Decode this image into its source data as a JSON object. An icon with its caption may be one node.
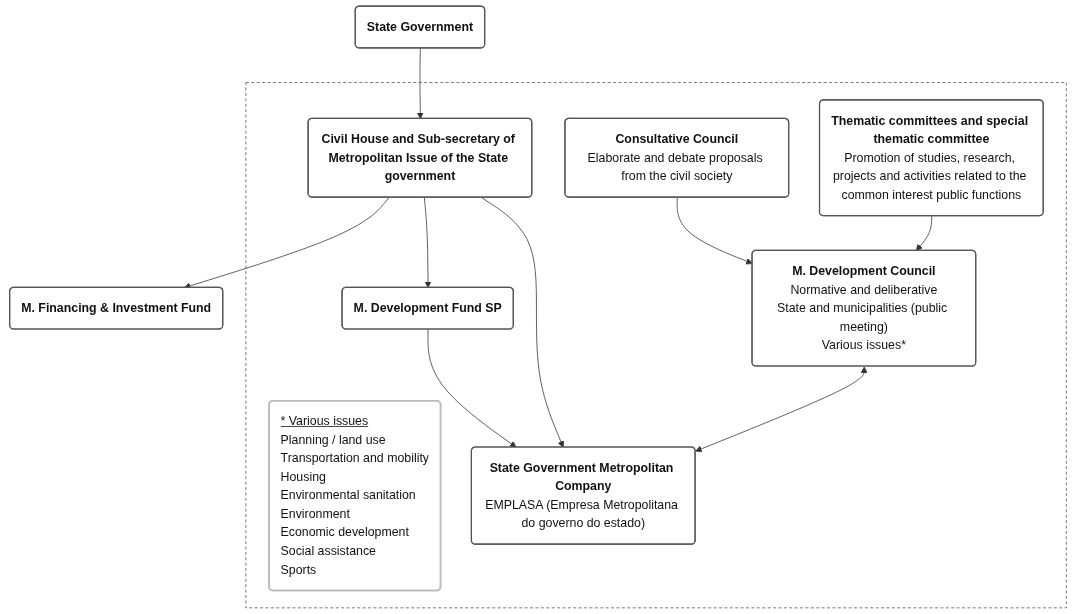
{
  "diagram": {
    "nodes": [
      {
        "text": [
          "State Government"
        ]
      },
      {
        "text": [],
        "shape": "box"
      },
      {
        "text": [
          "* Various issues",
          "Planning / land use",
          "Transportation and mobility",
          "Housing",
          "Environmental sanitation",
          "Environment",
          "Economic development",
          "Social assistance",
          "Sports"
        ],
        "in": 1
      },
      {
        "text": [
          "Civil House and Sub-secretary of Metropolitan Issue of the State government"
        ],
        "in": 1
      },
      {
        "text": [
          "M. Financing & Investment Fund"
        ]
      },
      {
        "text": [
          "M. Development Fund SP"
        ],
        "in": 1
      },
      {
        "text": [
          "State Government Metropolitan Company",
          "EMPLASA (Empresa Metropolitana do governo do estado)"
        ],
        "in": 1
      },
      {
        "text": [
          "M. Development Council",
          "Normative and deliberative",
          "State and municipalities (public meeting)",
          "Various issues*"
        ],
        "in": 1
      },
      {
        "text": [
          "Consultative Council",
          "Elaborate and debate proposals from the civil society"
        ],
        "in": 1
      },
      {
        "text": [
          "Thematic committees and special thematic committee",
          "Promotion of studies, research, projects and activities related to the common interest public functions"
        ],
        "in": 1
      }
    ],
    "edges": [
      {
        "from": 0,
        "to": 3,
        "arrow": "to"
      },
      {
        "from": 3,
        "to": 4,
        "arrow": "to"
      },
      {
        "from": 3,
        "to": 5,
        "arrow": "to"
      },
      {
        "from": 5,
        "to": 6,
        "arrow": "to"
      },
      {
        "from": 3,
        "to": 6,
        "arrow": "to"
      },
      {
        "from": 7,
        "to": 6,
        "arrow": "both"
      },
      {
        "from": 8,
        "to": 7,
        "arrow": "to"
      },
      {
        "from": 9,
        "to": 7,
        "arrow": "to"
      }
    ]
  }
}
